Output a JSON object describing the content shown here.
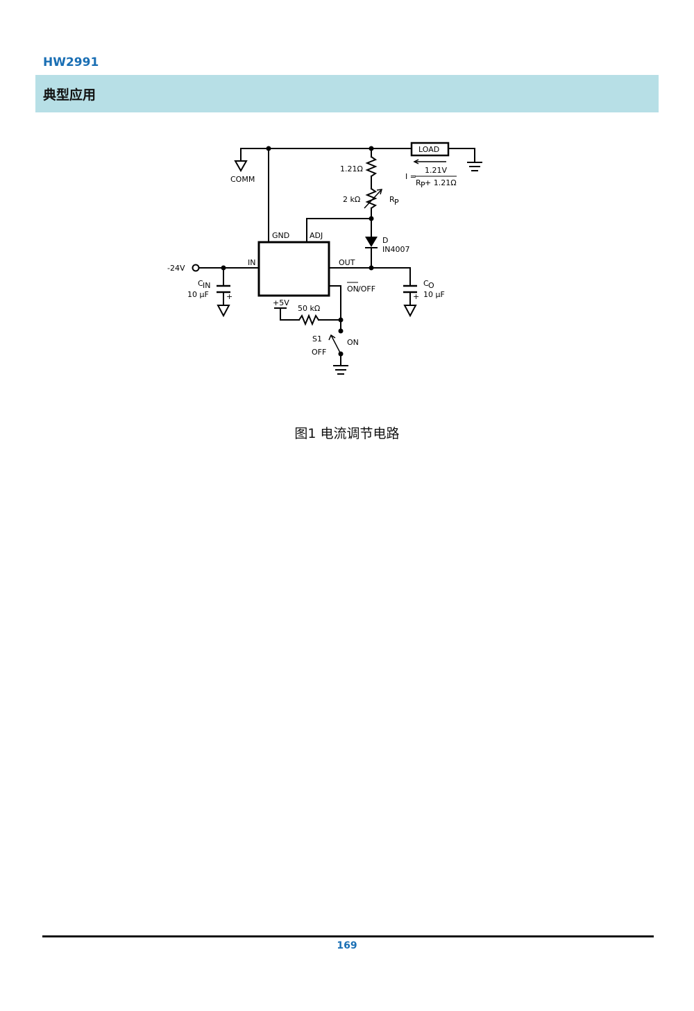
{
  "header": {
    "doc_id": "HW2991"
  },
  "section": {
    "title": "典型应用"
  },
  "figure": {
    "caption": "图1 电流调节电路",
    "labels": {
      "comm": "COMM",
      "load": "LOAD",
      "r1": "1.21Ω",
      "formula_lhs": "I =",
      "formula_num": "1.21V",
      "formula_den_r": "R",
      "formula_den_sub": "P",
      "formula_den_tail": " + 1.21Ω",
      "rp_value": "2 kΩ",
      "rp_name": "R",
      "rp_sub": "P",
      "diode_name": "D",
      "diode_part": "IN4007",
      "pin_gnd": "GND",
      "pin_adj": "ADJ",
      "pin_in": "IN",
      "pin_out": "OUT",
      "pin_on": "ON",
      "pin_off": "/OFF",
      "vin": "-24V",
      "cin_name": "C",
      "cin_sub": "IN",
      "cin_value": "10 μF",
      "co_name": "C",
      "co_sub": "O",
      "co_value": "10 μF",
      "plus5v": "+5V",
      "r50k": "50 kΩ",
      "s1": "S1",
      "sw_on": "ON",
      "sw_off": "OFF",
      "plus_sign": "+"
    }
  },
  "footer": {
    "page_number": "169"
  }
}
